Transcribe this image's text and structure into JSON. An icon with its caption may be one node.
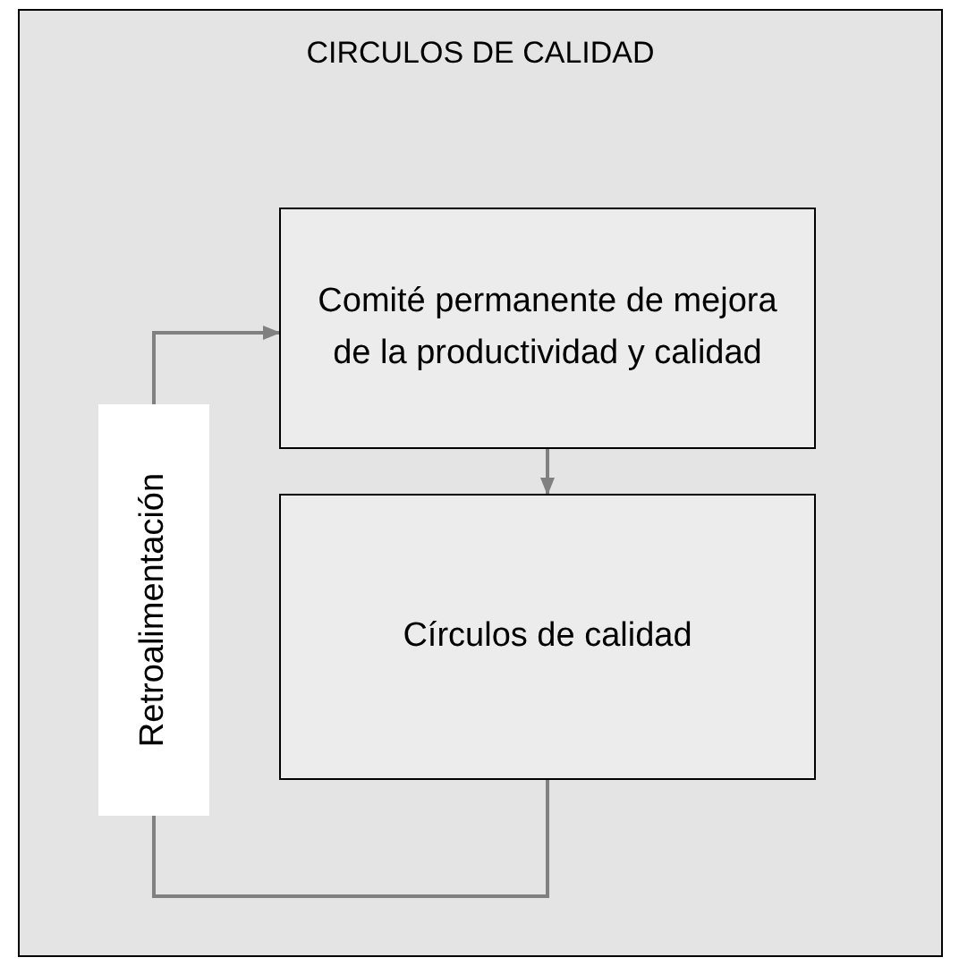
{
  "diagram": {
    "nodes": [
      {
        "text": [
          "CIRCULOS DE CALIDAD"
        ]
      },
      {
        "text": [
          "Comité permanente de mejora de la productividad y calidad"
        ],
        "in": 0
      },
      {
        "text": [
          "Círculos de calidad"
        ],
        "in": 0
      }
    ],
    "edges": [
      {
        "from": 1,
        "to": 2,
        "arrow": "to"
      },
      {
        "from": 2,
        "to": 1,
        "arrow": "to",
        "label": "Retroalimentación"
      }
    ]
  }
}
